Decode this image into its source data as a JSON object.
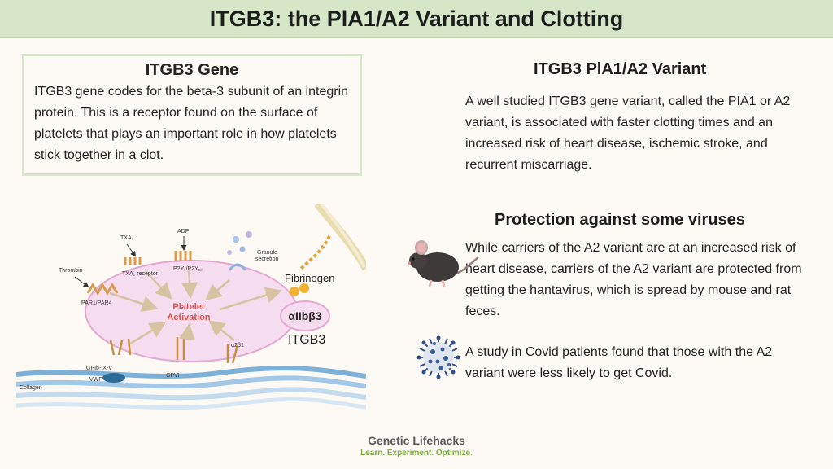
{
  "header": {
    "title": "ITGB3: the PlA1/A2 Variant and Clotting"
  },
  "gene_box": {
    "title": "ITGB3 Gene",
    "text": "ITGB3 gene codes for the beta-3 subunit of an integrin protein. This is a receptor found on the surface of platelets that plays an important role in how platelets stick together in a clot."
  },
  "variant": {
    "title": "ITGB3 PlA1/A2 Variant",
    "text": "A well studied ITGB3 gene variant, called the PIA1 or A2 variant, is associated with faster clotting times and an increased risk of heart disease, ischemic stroke, and recurrent miscarriage."
  },
  "protection": {
    "title": "Protection against some viruses",
    "hanta_text": "While carriers of the A2 variant are at an increased risk of heart disease, carriers of the A2 variant are protected from getting the hantavirus, which is spread by mouse and rat feces.",
    "covid_text": "A study in Covid patients found that those with the A2 variant were less likely to get Covid."
  },
  "diagram": {
    "center_label_1": "Platelet",
    "center_label_2": "Activation",
    "txa2": "TXA₂",
    "txa2_receptor": "TXA₂ receptor",
    "adp": "ADP",
    "p2y": "P2Y₁/P2Y₁₂",
    "granule_1": "Granule",
    "granule_2": "secretion",
    "thrombin": "Thrombin",
    "par": "PAR1/PAR4",
    "fibrinogen": "Fibrinogen",
    "integrin": "αIIbβ3",
    "itgb3": "ITGB3",
    "gpib": "GPIb-IX-V",
    "vwf": "VWF",
    "collagen": "Collagen",
    "gpvi": "GPVI",
    "a2b1": "α2β1"
  },
  "footer": {
    "brand": "Genetic Lifehacks",
    "tagline": "Learn. Experiment. Optimize."
  },
  "colors": {
    "header_bg": "#d6e7c8",
    "tagline": "#7cae45",
    "activation_text": "#d9534f",
    "platelet_fill": "#f6dcef"
  },
  "icons": [
    "mouse-icon",
    "virus-icon"
  ]
}
